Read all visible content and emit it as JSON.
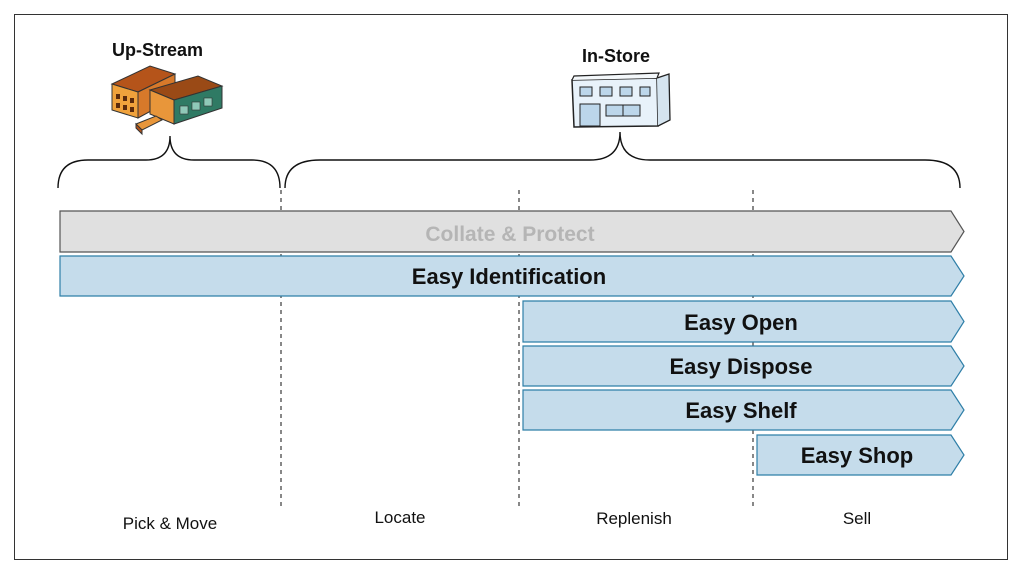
{
  "headers": {
    "upstream": "Up-Stream",
    "instore": "In-Store"
  },
  "arrows": [
    {
      "label": "Collate & Protect",
      "style": "faded"
    },
    {
      "label": "Easy Identification",
      "style": "blue"
    },
    {
      "label": "Easy Open",
      "style": "blue"
    },
    {
      "label": "Easy Dispose",
      "style": "blue"
    },
    {
      "label": "Easy Shelf",
      "style": "blue"
    },
    {
      "label": "Easy Shop",
      "style": "blue"
    }
  ],
  "phases": [
    "Pick & Move",
    "Locate",
    "Replenish",
    "Sell"
  ],
  "icons": {
    "upstream": "warehouse-icon",
    "instore": "store-icon"
  },
  "colors": {
    "blue_fill": "#c5dceb",
    "blue_stroke": "#2f7fa8",
    "gray_fill": "#e0e0e0",
    "gray_stroke": "#555555",
    "gray_text": "#b5b5b5"
  }
}
